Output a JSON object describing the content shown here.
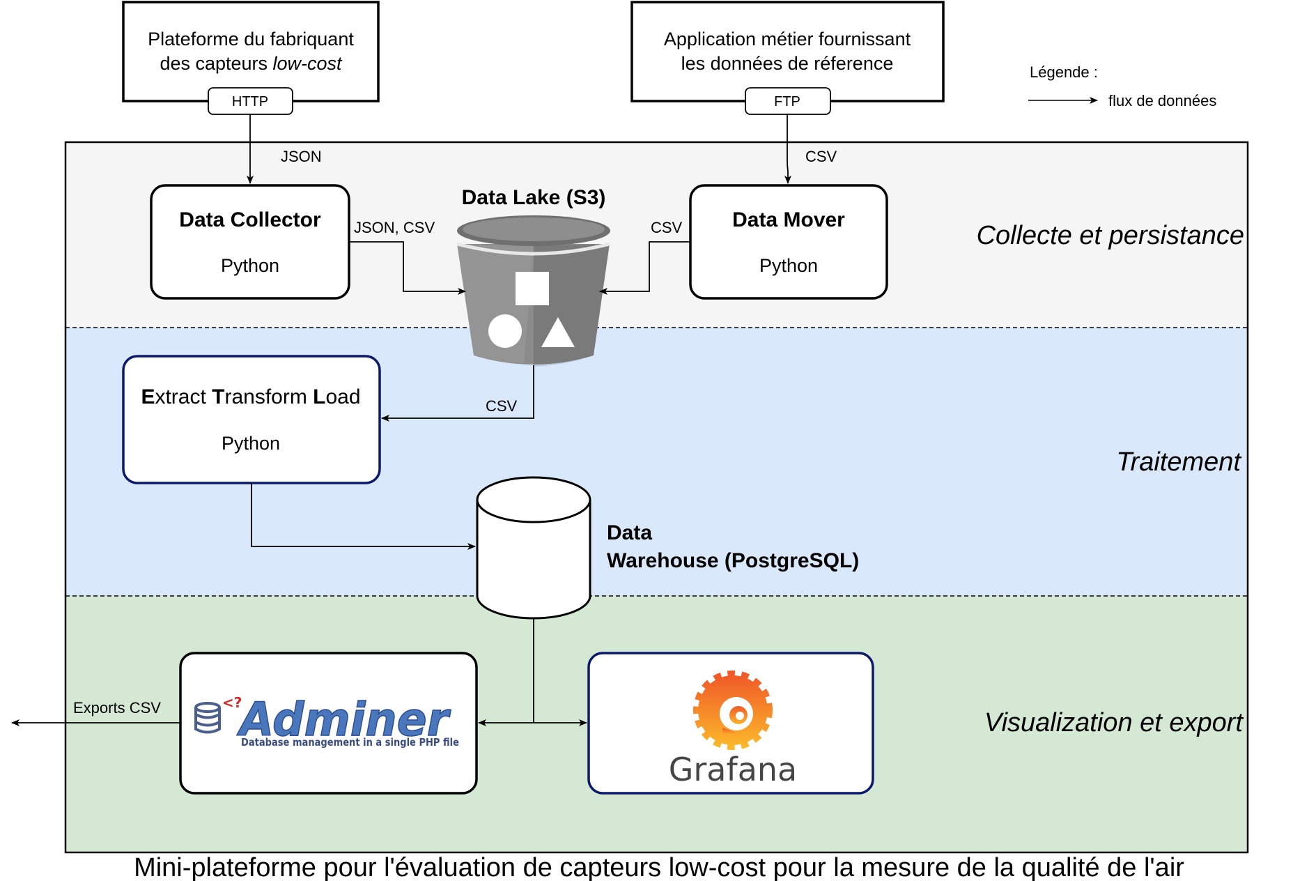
{
  "sources": {
    "sensor_platform": {
      "line1": "Plateforme du fabriquant",
      "line2_prefix": "des capteurs ",
      "line2_italic": "low-cost",
      "protocol": "HTTP"
    },
    "reference_app": {
      "line1": "Application métier fournissant",
      "line2": "les données de réference",
      "protocol": "FTP"
    }
  },
  "legend": {
    "title": "Légende :",
    "item": "flux de données"
  },
  "lanes": {
    "collect": "Collecte et persistance",
    "process": "Traitement",
    "visualize": "Visualization et export"
  },
  "components": {
    "collector": {
      "title": "Data Collector",
      "tech": "Python"
    },
    "mover": {
      "title": "Data Mover",
      "tech": "Python"
    },
    "lake": {
      "title": "Data Lake (S3)"
    },
    "etl": {
      "t1_bold": "E",
      "t1_rest": "xtract ",
      "t2_bold": "T",
      "t2_rest": "ransform ",
      "t3_bold": "L",
      "t3_rest": "oad",
      "tech": "Python"
    },
    "warehouse": {
      "line1": "Data",
      "line2": "Warehouse (PostgreSQL)"
    },
    "adminer": {
      "name": "Adminer",
      "tagline": "Database management in a single PHP file"
    },
    "grafana": {
      "name": "Grafana"
    }
  },
  "edges": {
    "platform_to_collector": "JSON",
    "collector_to_lake": "JSON, CSV",
    "app_to_mover": "CSV",
    "mover_to_lake": "CSV",
    "lake_to_etl": "CSV",
    "adminer_export": "Exports CSV"
  },
  "caption": "Mini-plateforme pour l'évaluation de capteurs low-cost pour la mesure de la qualité de l'air",
  "colors": {
    "lane_collect": "#f5f5f5",
    "lane_process": "#dae8fc",
    "lane_visualize": "#d5e8d4",
    "navy_border": "#0c1a6b",
    "bucket": "#8b8b8b",
    "adminer_blue": "#4a76bb",
    "grafana_orange": "#f47a1f"
  }
}
